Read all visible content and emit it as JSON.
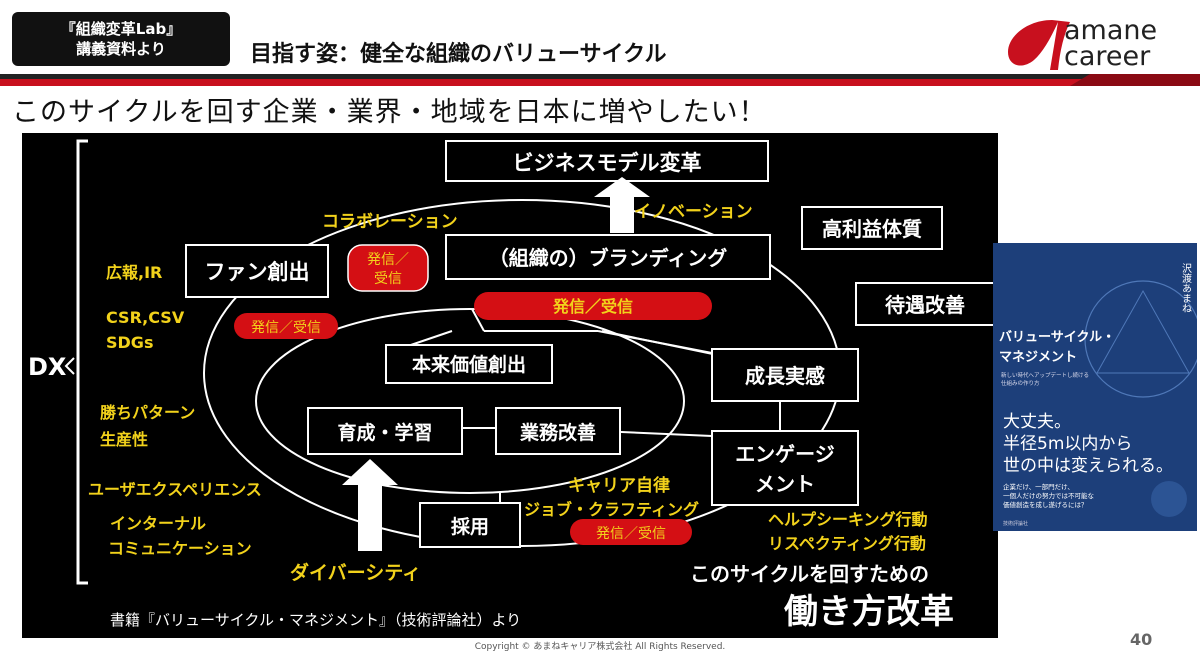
{
  "header": {
    "badge_line1": "『組織変革Lab』",
    "badge_line2": "講義資料より",
    "title": "目指す姿：健全な組織のバリューサイクル",
    "logo_word1": "amane",
    "logo_word2": "career"
  },
  "subtitle": "このサイクルを回す企業・業界・地域を日本に増やしたい！",
  "diagram": {
    "left_axis_label": "DX",
    "left_items": [
      "広報,IR",
      "CSR,CSV",
      "SDGs",
      "勝ちパターン",
      "生産性",
      "ユーザエクスペリエンス",
      "インターナル",
      "コミュニケーション"
    ],
    "bottom_left_label": "ダイバーシティ",
    "boxes": {
      "business_model": "ビジネスモデル変革",
      "branding": "（組織の）ブランディング",
      "fan": "ファン創出",
      "high_profit": "高利益体質",
      "treatment": "待遇改善",
      "value_creation": "本来価値創出",
      "growth": "成長実感",
      "training": "育成・学習",
      "operations": "業務改善",
      "engagement_line1": "エンゲージ",
      "engagement_line2": "メント",
      "recruiting": "採用"
    },
    "labels": {
      "collaboration": "コラボレーション",
      "innovation": "イノベーション",
      "career_autonomy": "キャリア自律",
      "job_crafting": "ジョブ・クラフティング",
      "help_seeking": "ヘルプシーキング行動",
      "respecting": "リスペクティング行動"
    },
    "pills": {
      "send_receive_stack_top": "発信／",
      "send_receive_stack_bottom": "受信",
      "send_receive": "発信／受信"
    },
    "bottom_caption": "このサイクルを回すための",
    "bottom_big": "働き方改革",
    "book_credit": "書籍『バリューサイクル・マネジメント』（技術評論社）より"
  },
  "book_cover": {
    "author": "沢渡あまね",
    "title_line1": "バリューサイクル・",
    "title_line2": "マネジメント",
    "subtitle": "新しい時代へアップデートし続ける",
    "subtitle2": "仕組みの作り方",
    "catch_line1": "大丈夫。",
    "catch_line2": "半径5m以内から",
    "catch_line3": "世の中は変えられる。",
    "lead_line1": "企業だけ、一部門だけ、",
    "lead_line2": "一個人だけの努力では不可能な",
    "lead_line3": "価値創造を成し遂げるには？",
    "publisher": "技術評論社"
  },
  "footer": {
    "copyright": "Copyright © あまねキャリア株式会社 All Rights Reserved.",
    "page_number": "40"
  },
  "colors": {
    "brand_red": "#c8101e",
    "label_yellow": "#f2d21b",
    "pill_red": "#d40f14",
    "book_navy": "#1d3f7a"
  }
}
